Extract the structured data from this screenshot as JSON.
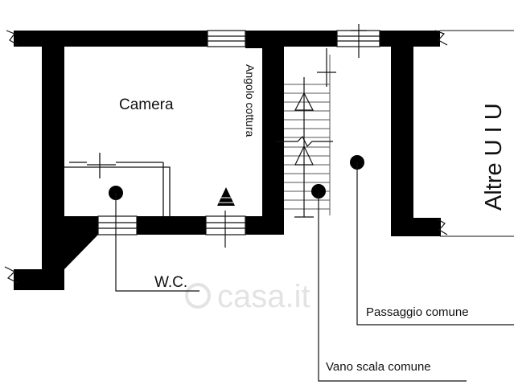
{
  "labels": {
    "room": "Camera",
    "kitchen_corner": "Angolo cottura",
    "wc": "W.C.",
    "other_units": "Altre U I U",
    "common_passage": "Passaggio comune",
    "common_stairwell": "Vano scala comune"
  },
  "watermark": "casa.it",
  "colors": {
    "wall": "#000000",
    "line": "#111111",
    "stair_line": "#555555",
    "background": "#ffffff",
    "watermark": "#e3e3e3"
  }
}
